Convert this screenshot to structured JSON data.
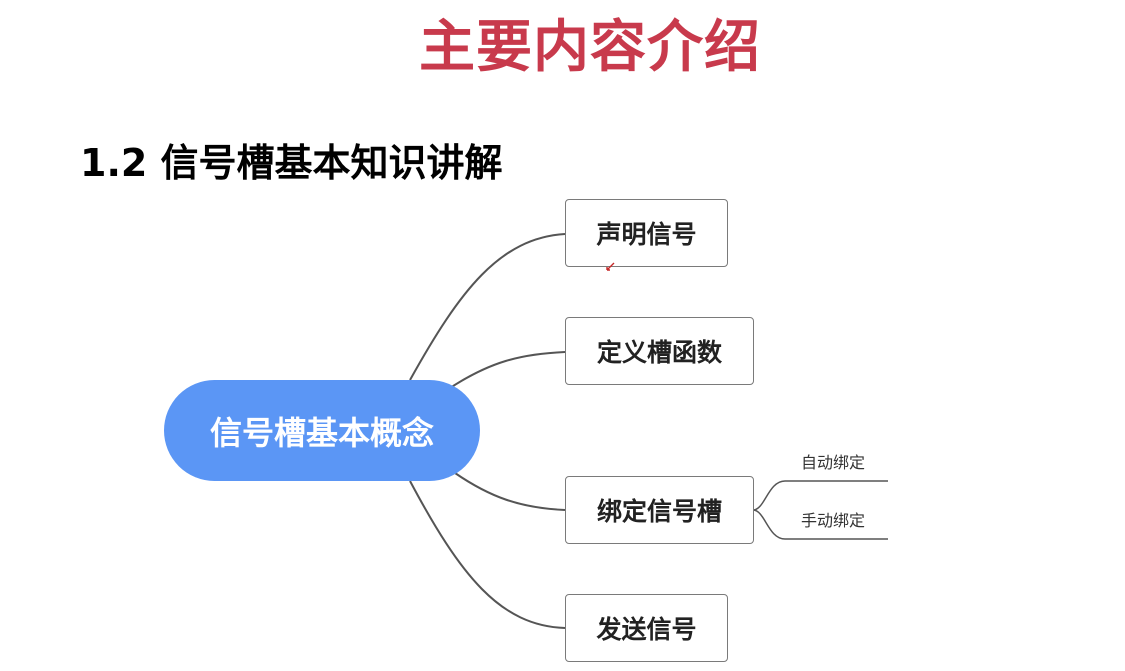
{
  "title": "主要内容介绍",
  "section_heading": "1.2 信号槽基本知识讲解",
  "mindmap": {
    "central": "信号槽基本概念",
    "branches": [
      {
        "label": "声明信号"
      },
      {
        "label": "定义槽函数"
      },
      {
        "label": "绑定信号槽",
        "children": [
          "自动绑定",
          "手动绑定"
        ]
      },
      {
        "label": "发送信号"
      }
    ]
  },
  "colors": {
    "title": "#c83a4c",
    "central_fill": "#5b96f5",
    "connector": "#555555",
    "node_border": "#7a7a7a"
  }
}
